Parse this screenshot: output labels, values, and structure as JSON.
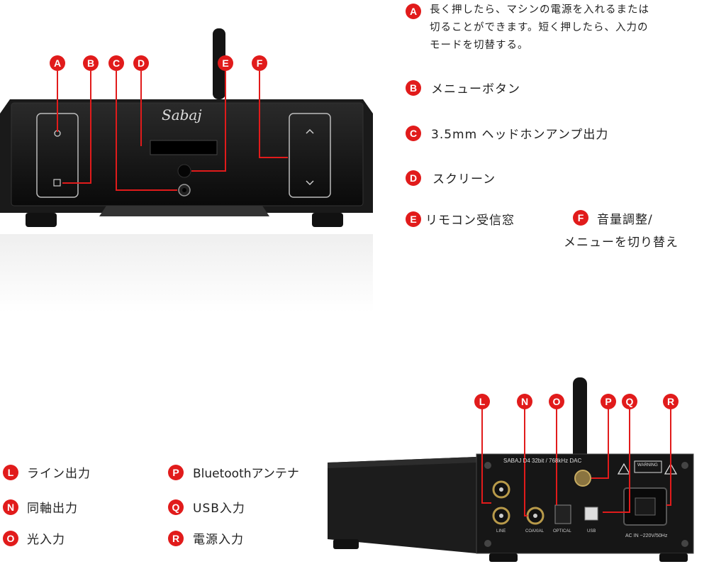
{
  "front": {
    "brand": "Sabaj",
    "markers": [
      "A",
      "B",
      "C",
      "D",
      "E",
      "F"
    ]
  },
  "rear": {
    "model_text": "SABAJ D4  32bit / 768kHz DAC",
    "warning_text": "WARNING",
    "port_labels": [
      "LINE",
      "COAXIAL",
      "OPTICAL",
      "USB"
    ],
    "ac_text": "AC IN ~220V/50Hz",
    "markers": [
      "L",
      "N",
      "O",
      "P",
      "Q",
      "R"
    ]
  },
  "legend_top": [
    {
      "key": "A",
      "text_lines": [
        "長く押したら、マシンの電源を入れるまたは",
        "切ることができます。短く押したら、入力の",
        "モードを切替する。"
      ]
    },
    {
      "key": "B",
      "text": "メニューボタン"
    },
    {
      "key": "C",
      "text": "3.5mm ヘッドホンアンプ出力"
    },
    {
      "key": "D",
      "text": "スクリーン"
    },
    {
      "key": "E",
      "text": "リモコン受信窓"
    },
    {
      "key": "F",
      "text_lines": [
        "音量調整/",
        "メニューを切り替え"
      ]
    }
  ],
  "legend_bottom": [
    {
      "key": "L",
      "text": "ライン出力"
    },
    {
      "key": "N",
      "text": "同軸出力"
    },
    {
      "key": "O",
      "text": "光入力"
    },
    {
      "key": "P",
      "text": "Bluetoothアンテナ"
    },
    {
      "key": "Q",
      "text": "USB入力"
    },
    {
      "key": "R",
      "text": "電源入力"
    }
  ],
  "colors": {
    "accent": "#e11b1b",
    "device": "#111111",
    "leader": "#e11b1b"
  }
}
